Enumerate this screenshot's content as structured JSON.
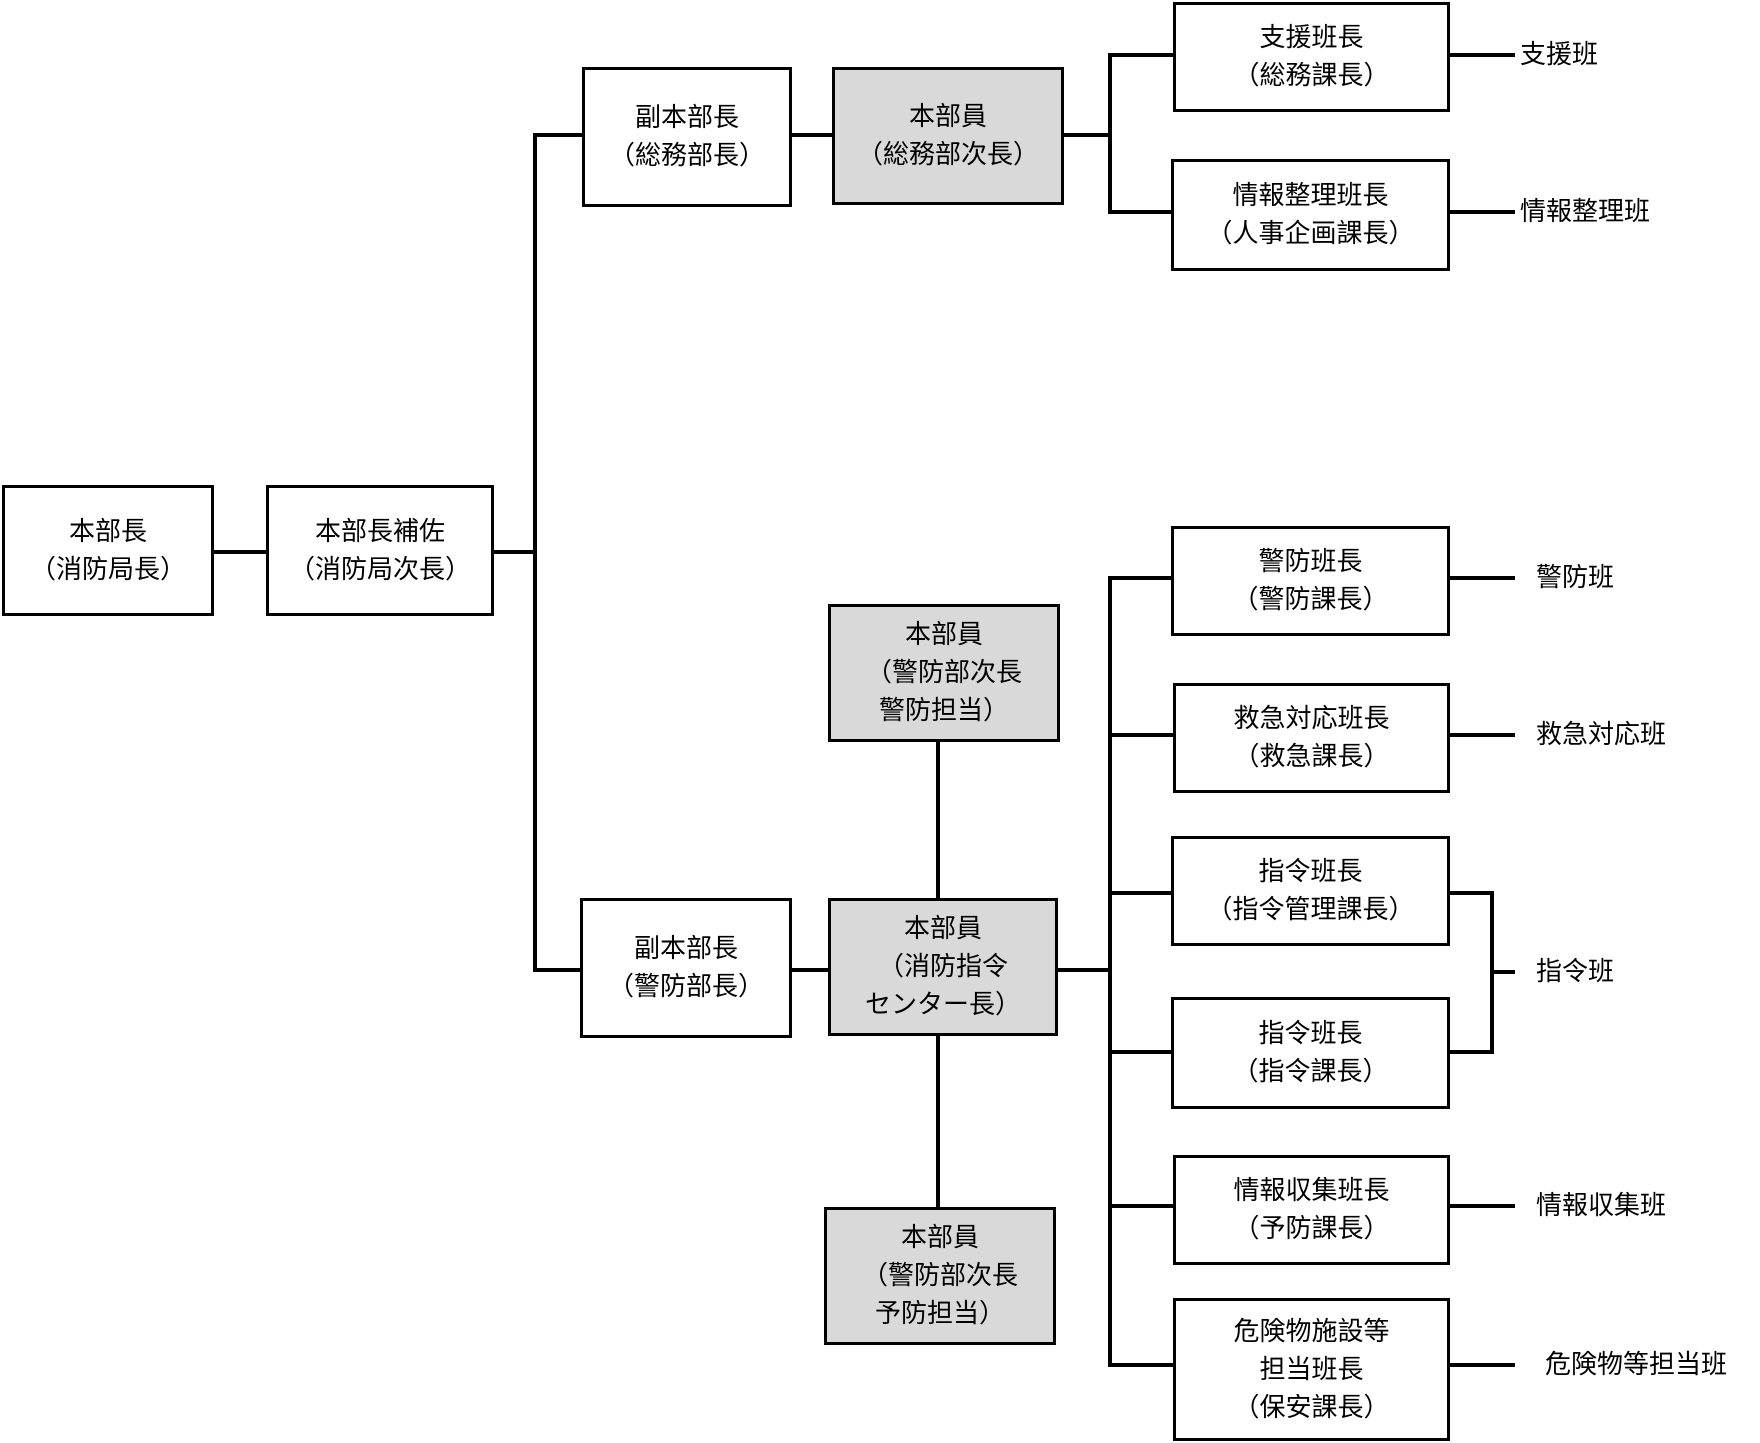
{
  "nodes": {
    "chief": {
      "text": "本部長\n（消防局長）"
    },
    "assistant": {
      "text": "本部長補佐\n（消防局次長）"
    },
    "deputy_general": {
      "text": "副本部長\n（総務部長）"
    },
    "member_general": {
      "text": "本部員\n（総務部次長）"
    },
    "support_lead": {
      "text": "支援班長\n（総務課長）"
    },
    "info_org_lead": {
      "text": "情報整理班長\n（人事企画課長）"
    },
    "member_keibo_a": {
      "text": "本部員\n（警防部次長\n警防担当）"
    },
    "deputy_keibo": {
      "text": "副本部長\n（警防部長）"
    },
    "member_center": {
      "text": "本部員\n（消防指令\nセンター長）"
    },
    "member_keibo_b": {
      "text": "本部員\n（警防部次長\n予防担当）"
    },
    "keibo_lead": {
      "text": "警防班長\n（警防課長）"
    },
    "ems_lead": {
      "text": "救急対応班長\n（救急課長）"
    },
    "command_lead_1": {
      "text": "指令班長\n（指令管理課長）"
    },
    "command_lead_2": {
      "text": "指令班長\n（指令課長）"
    },
    "info_collect_lead": {
      "text": "情報収集班長\n（予防課長）"
    },
    "hazmat_lead": {
      "text": "危険物施設等\n担当班長\n（保安課長）"
    }
  },
  "teams": {
    "support": "支援班",
    "info_org": "情報整理班",
    "keibo": "警防班",
    "ems": "救急対応班",
    "command": "指令班",
    "info_collect": "情報収集班",
    "hazmat": "危険物等担当班"
  },
  "colors": {
    "line": "#000000",
    "box_fill": "#ffffff",
    "box_shaded_fill": "#d9d9d9"
  }
}
